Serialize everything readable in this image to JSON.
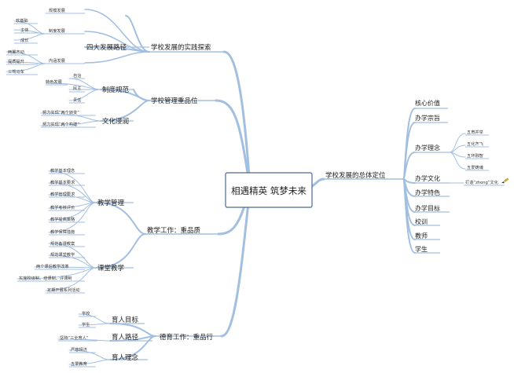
{
  "central_topic": "相遇精英 筑梦未来",
  "left": {
    "practice": {
      "label": "学校发展的实践探索",
      "four_paths": {
        "label": "四大发展路径",
        "items": [
          "规模发展",
          "制度发展",
          "内涵发展"
        ],
        "sub": [
          "软基础",
          "主体",
          "成长",
          "两翼齐动",
          "提质提升",
          "三驾马车"
        ]
      },
      "institution": {
        "label": "制度规范",
        "items": [
          "特色发展",
          "自治",
          "民主",
          "责任"
        ]
      },
      "culture": {
        "label": "文化浸润",
        "items": [
          "努力实现“两个转变”",
          "努力实现“两个构建”"
        ]
      }
    },
    "management": {
      "label": "学校管理重品位"
    },
    "teaching": {
      "label": "教学工作：重品质",
      "management": {
        "label": "教学管理",
        "items": [
          "教学基本理念",
          "教学基本要求",
          "教学管理要求",
          "教学考核评价",
          "教学提高策略",
          "教学保障措施"
        ]
      },
      "classroom": {
        "label": "课堂教学",
        "items": [
          "规范备课教案",
          "规范课堂教学",
          "两个课后教学改革",
          "实施校级制、培课制、评课制",
          "定期开展系列活动"
        ]
      }
    },
    "moral": {
      "label": "德育工作：重品行",
      "goal": {
        "label": "育人目标",
        "items": [
          "学校",
          "学生"
        ]
      },
      "path": {
        "label": "育人路径",
        "items": [
          "坚持“三全育人”"
        ]
      },
      "idea": {
        "label": "育人理念",
        "items": [
          "严慈相济",
          "五爱教育"
        ]
      }
    }
  },
  "right": {
    "positioning": {
      "label": "学校发展的总体定位",
      "items": [
        "核心价值",
        "办学宗旨",
        "办学理念",
        "办学文化",
        "办学特色",
        "办学目标",
        "校训",
        "教师",
        "学生"
      ],
      "philosophy": [
        "五育并举",
        "五化齐飞",
        "五环融智",
        "五爱铸魂"
      ],
      "culture_sub": "打造“zhong”文化"
    }
  },
  "colors": {
    "connector": "#a3bfe0",
    "central_border": "#4a6a96"
  },
  "icons": {
    "right_note": "pencil-icon"
  }
}
